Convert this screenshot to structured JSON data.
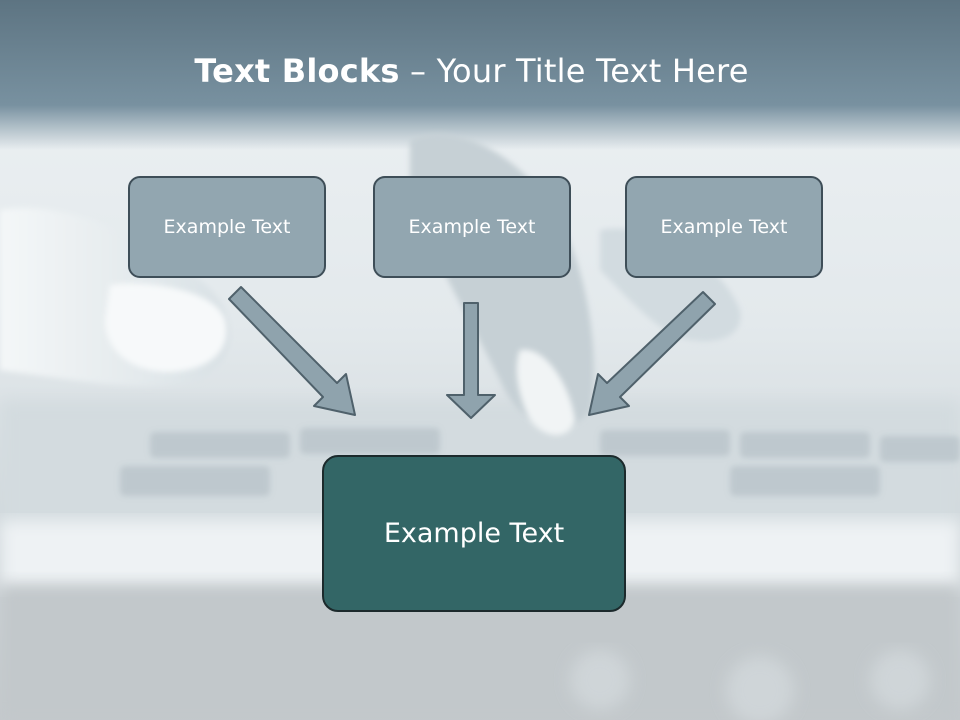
{
  "slide": {
    "title_bold": "Text Blocks",
    "title_separator": " – ",
    "title_rest": "Your Title Text Here"
  },
  "blocks": [
    {
      "label": "Example Text"
    },
    {
      "label": "Example Text"
    },
    {
      "label": "Example Text"
    }
  ],
  "target_block": {
    "label": "Example Text"
  },
  "colors": {
    "header": "#6a8392",
    "small_box_fill": "#92a6b0",
    "small_box_border": "#3e4e58",
    "arrow_fill": "#8fa3ad",
    "arrow_stroke": "#4f616b",
    "target_fill": "#336666",
    "target_border": "#1c2a2c"
  }
}
